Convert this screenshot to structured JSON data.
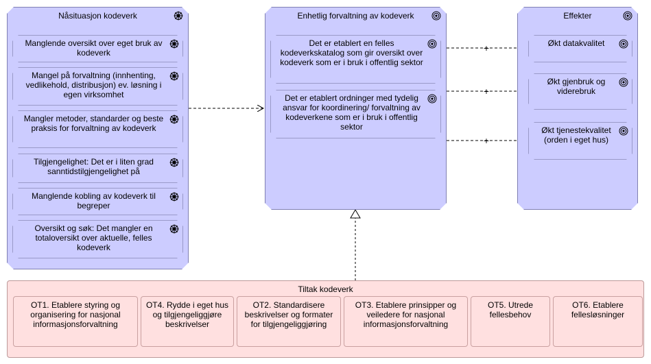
{
  "groups": {
    "nasituasjon": {
      "title": "Nåsituasjon kodeverk",
      "items": [
        "Manglende oversikt over eget bruk av kodeverk",
        "Mangel på forvaltning (innhenting, vedlikehold, distribusjon) ev. løsning i egen virksomhet",
        "Mangler metoder, standarder og beste praksis for forvaltning av kodeverk",
        "Tilgjengelighet: Det er i liten grad sanntidstilgjengelighet på",
        "Manglende kobling av kodeverk til begreper",
        "Oversikt og søk: Det mangler en totaloversikt over aktuelle, felles kodeverk"
      ]
    },
    "enhetlig": {
      "title": "Enhetlig forvaltning av kodeverk",
      "items": [
        "Det er etablert en felles kodeverkskatalog som gir oversikt over kodeverk som er i bruk i offentlig sektor",
        "Det er etablert ordninger med tydelig ansvar for koordinering/ forvaltning av kodeverkene som er i bruk i offentlig sektor"
      ]
    },
    "effekter": {
      "title": "Effekter",
      "items": [
        "Økt datakvalitet",
        "Økt gjenbruk og viderebruk",
        "Økt tjenestekvalitet (orden i eget hus)"
      ]
    },
    "tiltak": {
      "title": "Tiltak kodeverk",
      "items": [
        "OT1. Etablere styring og organisering for nasjonal informasjonsforvaltning",
        "OT4. Rydde i eget hus og tilgjengeliggjøre beskrivelser",
        "OT2. Standardisere beskrivelser og formater for tilgjengeliggjøring",
        "OT3. Etablere prinsipper og veiledere for nasjonal informasjonsforvaltning",
        "OT5. Utrede fellesbehov",
        "OT6. Etablere fellesløsninger"
      ]
    }
  },
  "icons": {
    "driver": "driver-icon",
    "goal": "goal-icon"
  },
  "colors": {
    "motivation_fill": "#ccccff",
    "work_package_fill": "#ffe0e0"
  }
}
